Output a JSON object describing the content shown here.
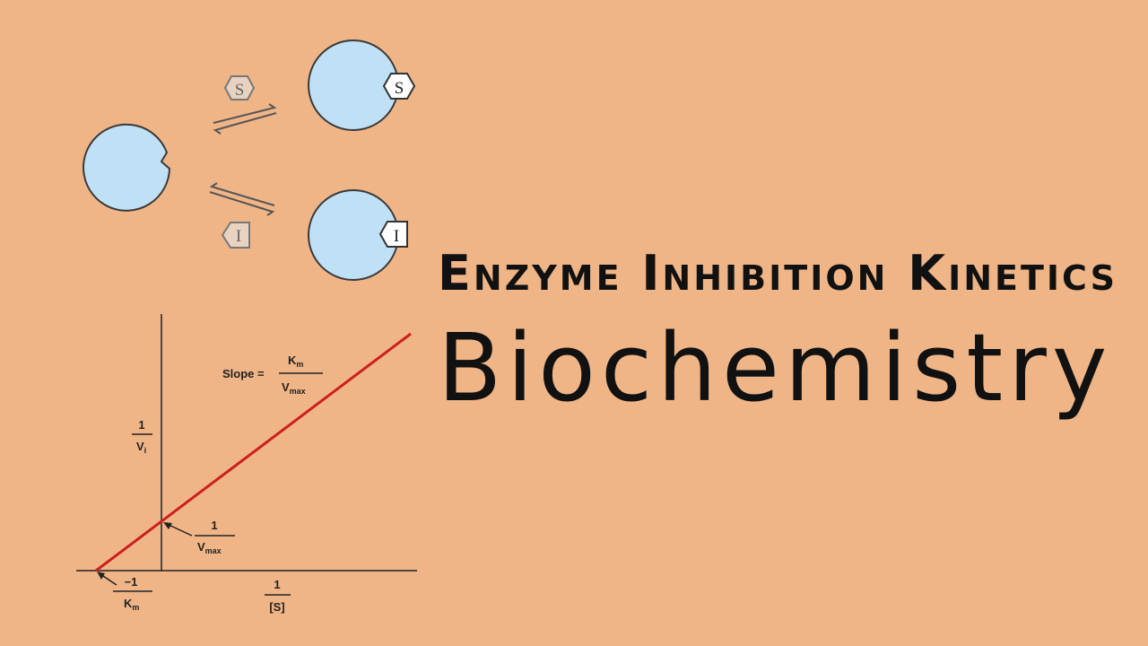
{
  "background_color": "#f0b587",
  "enzyme_color": "#bfe0f5",
  "line_color": "#cc1f1f",
  "title_line1": "Enzyme Inhibition Kinetics",
  "title_line2": "Biochemistry",
  "diagram": {
    "substrate_label": "S",
    "inhibitor_label": "I"
  },
  "plot": {
    "slope_label": "Slope =",
    "slope_num": "K",
    "slope_num_sub": "m",
    "slope_den": "V",
    "slope_den_sub": "max",
    "y_num": "1",
    "y_den": "V",
    "y_den_sub": "i",
    "yint_num": "1",
    "yint_den": "V",
    "yint_den_sub": "max",
    "xint_num": "−1",
    "xint_den": "K",
    "xint_den_sub": "m",
    "x_num": "1",
    "x_den": "[S]"
  }
}
